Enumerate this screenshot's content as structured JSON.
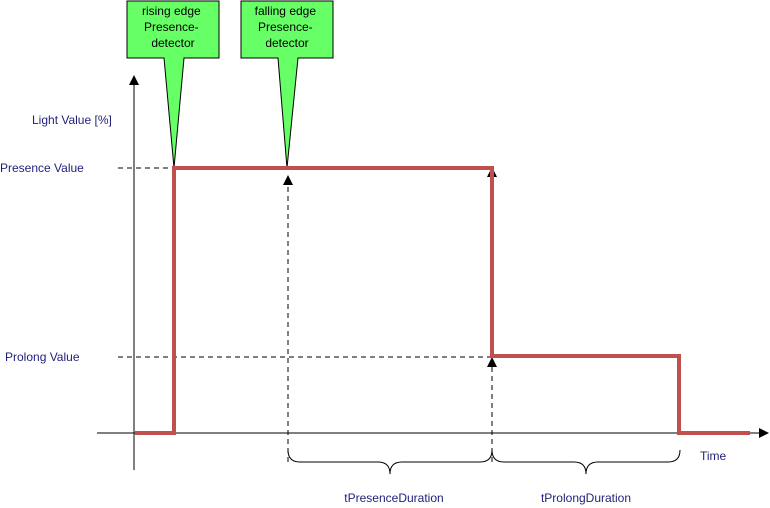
{
  "axes": {
    "y_label": "Light Value [%]",
    "x_label": "Time"
  },
  "levels": {
    "presence": "Presence Value",
    "prolong": "Prolong Value"
  },
  "callouts": {
    "rising": {
      "line1": "rising edge",
      "line2": "Presence-",
      "line3": "detector"
    },
    "falling": {
      "line1": "falling edge",
      "line2": "Presence-",
      "line3": "detector"
    }
  },
  "durations": {
    "presence": "tPresenceDuration",
    "prolong": "tProlongDuration"
  },
  "colors": {
    "signal": "#c0504d",
    "callout_fill": "#66ff66",
    "text": "#1f1f7a"
  }
}
